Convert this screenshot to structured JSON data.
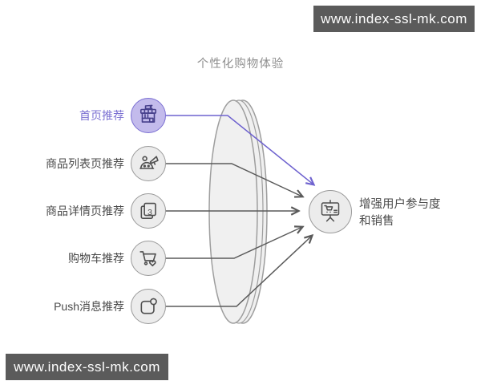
{
  "watermark": {
    "text": "www.index-ssl-mk.com",
    "bg_color": "#5b5b5b",
    "text_color": "#ffffff"
  },
  "diagram": {
    "title": "个性化购物体验",
    "source_nodes": [
      {
        "label": "首页推荐",
        "icon": "storefront-icon",
        "accent": true
      },
      {
        "label": "商品列表页推荐",
        "icon": "megaphone-robot-icon",
        "accent": false
      },
      {
        "label": "商品详情页推荐",
        "icon": "pages-icon",
        "icon_badge": "3",
        "accent": false
      },
      {
        "label": "购物车推荐",
        "icon": "cart-heart-icon",
        "accent": false
      },
      {
        "label": "Push消息推荐",
        "icon": "notification-icon",
        "accent": false
      }
    ],
    "target_node": {
      "label": "增强用户参与度和销售",
      "icon": "presentation-cart-icon"
    },
    "colors": {
      "accent_line": "#6f63cf",
      "accent_fill": "#c3bbec",
      "accent_border": "#7b6fd3",
      "accent_text": "#7b70d2",
      "accent_icon_stroke": "#47408c",
      "node_fill": "#ececec",
      "node_border": "#9a9a9a",
      "icon_stroke": "#4f4f4f",
      "line": "#5a5a5a",
      "lens_fill": "#f0f0f0",
      "lens_border": "#9e9e9e",
      "title_text": "#8e8e8e",
      "label_text": "#4a4a4a",
      "watermark_bg": "#5b5b5b"
    }
  }
}
